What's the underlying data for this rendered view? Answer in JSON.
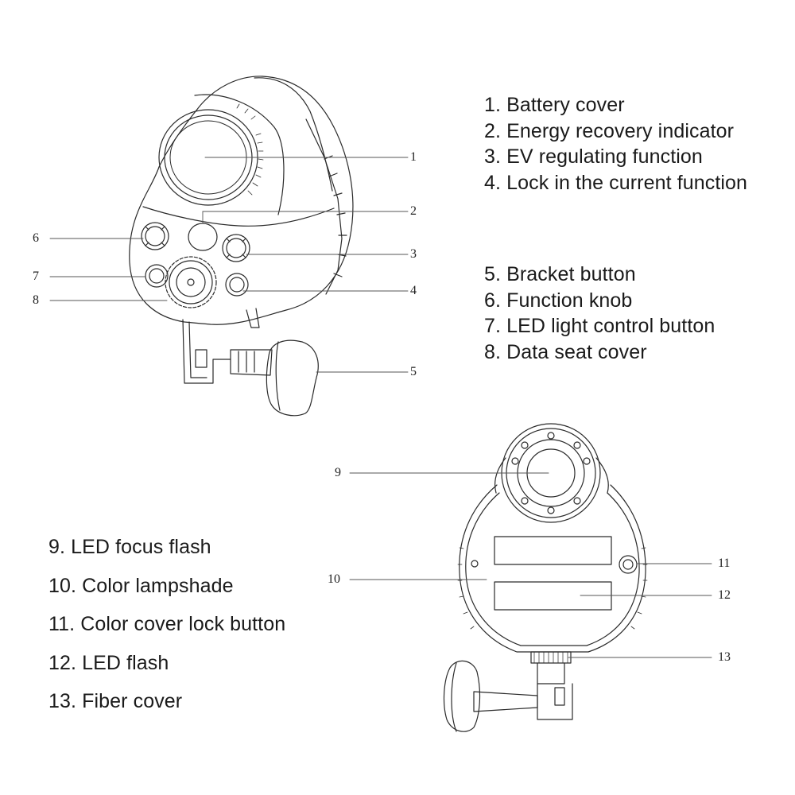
{
  "legend_top": [
    "1. Battery cover",
    "2. Energy recovery indicator",
    "3. EV regulating function",
    "4. Lock in the current function"
  ],
  "legend_middle": [
    "5. Bracket button",
    "6. Function knob",
    "7. LED light control button",
    "8. Data seat cover"
  ],
  "legend_bottom": [
    "9. LED focus flash",
    "10. Color lampshade",
    "11. Color cover lock button",
    "12. LED flash",
    "13. Fiber cover"
  ],
  "callouts": {
    "c1": "1",
    "c2": "2",
    "c3": "3",
    "c4": "4",
    "c5": "5",
    "c6": "6",
    "c7": "7",
    "c8": "8",
    "c9": "9",
    "c10": "10",
    "c11": "11",
    "c12": "12",
    "c13": "13"
  }
}
